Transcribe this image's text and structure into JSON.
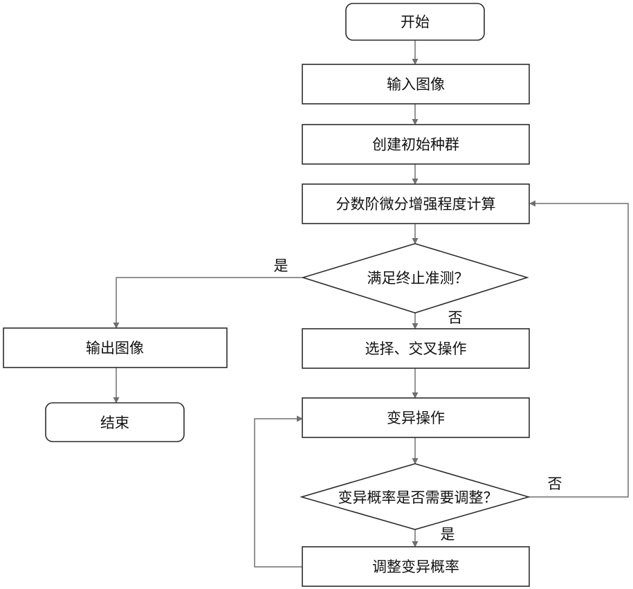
{
  "nodes": {
    "start": "开始",
    "input_image": "输入图像",
    "create_population": "创建初始种群",
    "fractional_enhancement": "分数阶微分增强程度计算",
    "termination_check": "满足终止准测？",
    "selection_crossover": "选择、交叉操作",
    "mutation": "变异操作",
    "mutation_rate_check": "变异概率是否需要调整？",
    "adjust_mutation_rate": "调整变异概率",
    "output_image": "输出图像",
    "end": "结束"
  },
  "edge_labels": {
    "termination_yes": "是",
    "termination_no": "否",
    "rate_no": "否",
    "rate_yes": "是"
  }
}
